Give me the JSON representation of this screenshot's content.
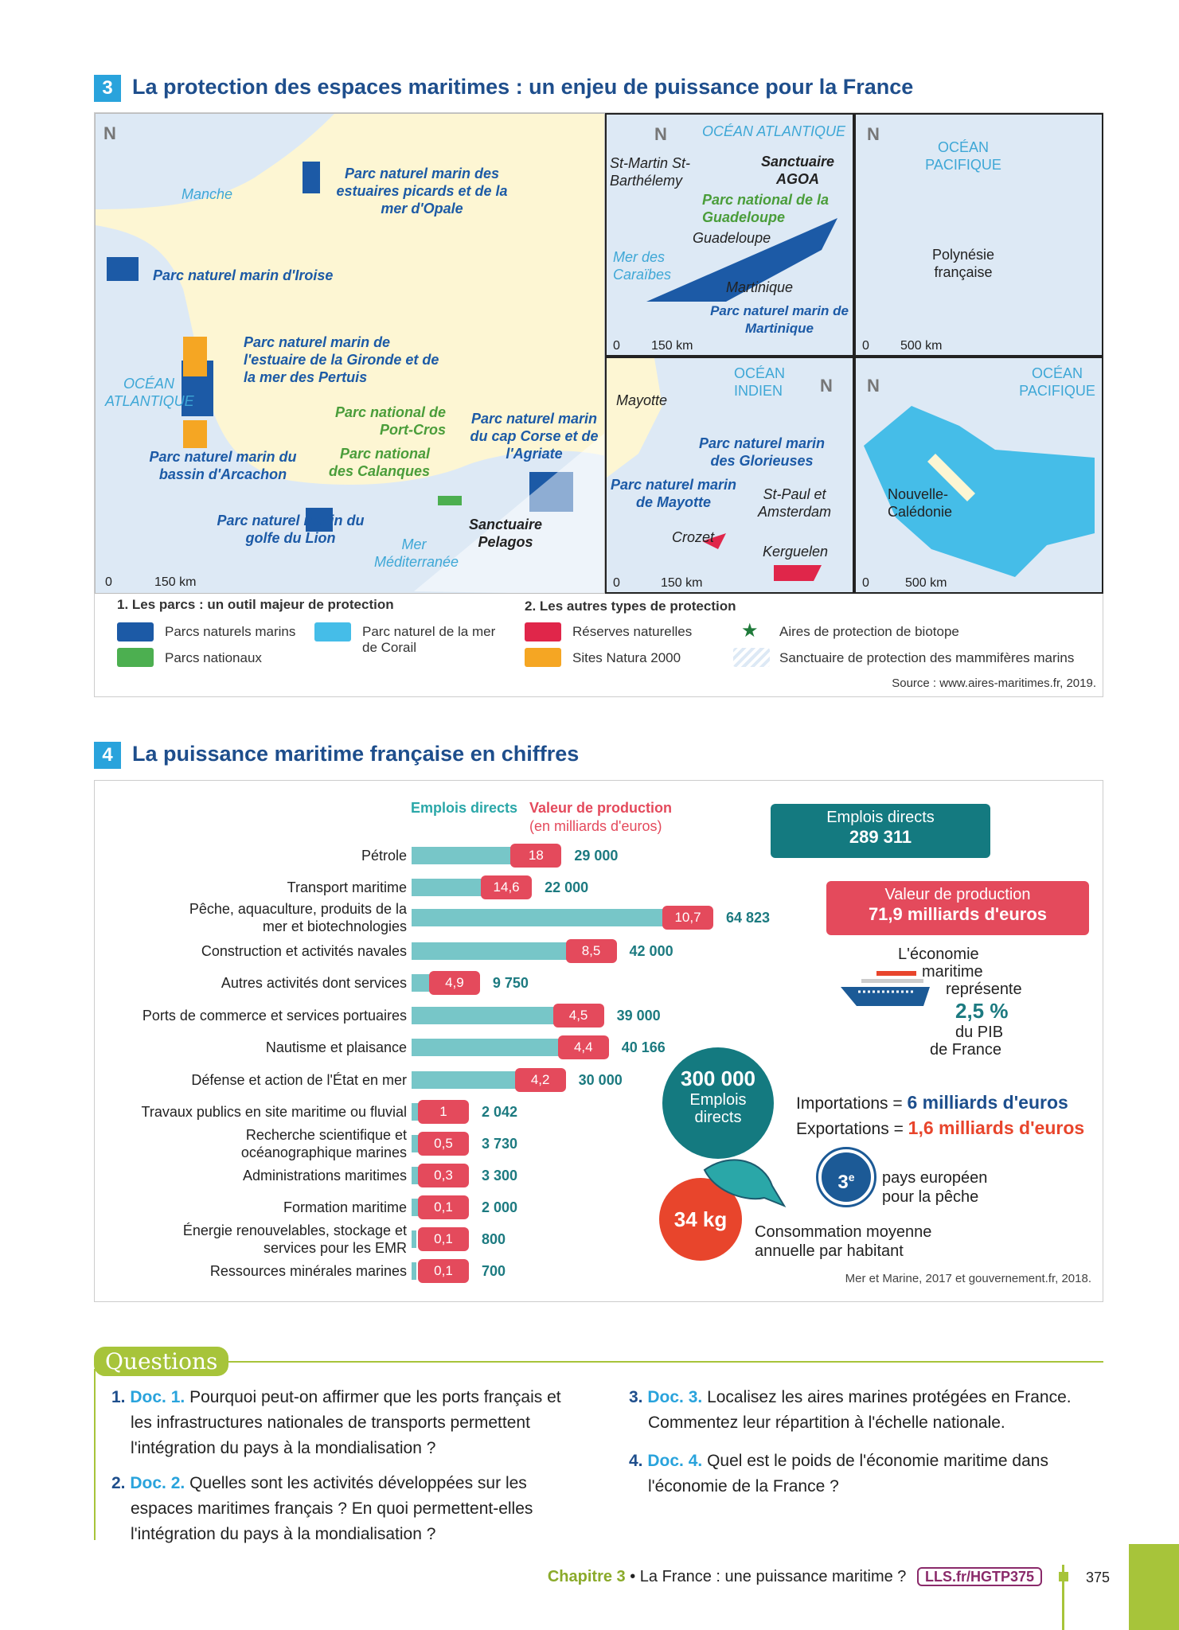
{
  "doc3": {
    "number": "3",
    "title": "La protection des espaces maritimes : un enjeu de puissance pour la France",
    "north": "N",
    "metro": {
      "labels": {
        "manche": "Manche",
        "ocean": "OCÉAN ATLANTIQUE",
        "mer": "Mer Méditerranée",
        "estuaires": "Parc naturel marin des estuaires picards et de la mer d'Opale",
        "iroise": "Parc naturel marin d'Iroise",
        "gironde": "Parc naturel marin de l'estuaire de la Gironde et de la mer des Pertuis",
        "arcachon": "Parc naturel marin du bassin d'Arcachon",
        "portcros": "Parc national de Port-Cros",
        "calanques": "Parc national des Calanques",
        "corse": "Parc naturel marin du cap Corse et de l'Agriate",
        "lion": "Parc naturel marin du golfe du Lion",
        "pelagos": "Sanctuaire Pelagos"
      },
      "scale": [
        "0",
        "150 km"
      ]
    },
    "antilles": {
      "ocean": "OCÉAN ATLANTIQUE",
      "stmartin": "St-Martin St-Barthélemy",
      "agoa": "Sanctuaire AGOA",
      "pn_guad": "Parc national de la Guadeloupe",
      "guadeloupe": "Guadeloupe",
      "caraibes": "Mer des Caraïbes",
      "martinique": "Martinique",
      "pnm_mart": "Parc naturel marin de Martinique",
      "scale": [
        "0",
        "150 km"
      ]
    },
    "polynesie": {
      "ocean": "OCÉAN PACIFIQUE",
      "name": "Polynésie française",
      "scale": [
        "0",
        "500 km"
      ]
    },
    "indien": {
      "ocean": "OCÉAN INDIEN",
      "mayotte": "Mayotte",
      "glorieuses": "Parc naturel marin des Glorieuses",
      "pnm_mayotte": "Parc naturel marin de Mayotte",
      "stpaul": "St-Paul et Amsterdam",
      "crozet": "Crozet",
      "kerguelen": "Kerguelen",
      "scale": [
        "0",
        "150 km"
      ]
    },
    "caledonie": {
      "ocean": "OCÉAN PACIFIQUE",
      "name": "Nouvelle-Calédonie",
      "scale": [
        "0",
        "500 km"
      ]
    },
    "legend": {
      "h1": "1. Les parcs : un outil majeur de protection",
      "h2": "2. Les autres types de protection",
      "items": [
        "Parcs naturels marins",
        "Parcs nationaux",
        "Parc naturel de la mer de Corail",
        "Réserves naturelles",
        "Sites Natura 2000",
        "Aires de protection de biotope",
        "Sanctuaire de protection des mammifères marins"
      ]
    },
    "source": "Source : www.aires-maritimes.fr, 2019.",
    "colors": {
      "pnm": "#1c5aa6",
      "pn": "#4caf50",
      "corail": "#45bde8",
      "reserve": "#e0264a",
      "natura": "#f5a623",
      "land": "#fdf6d3",
      "sea": "#dde9f5"
    }
  },
  "doc4": {
    "number": "4",
    "title": "La puissance maritime française en chiffres",
    "chart_data": {
      "type": "bar",
      "title": "La puissance maritime française en chiffres",
      "series": [
        {
          "name": "Emplois directs",
          "color": "#77c6c8"
        },
        {
          "name": "Valeur de production",
          "subtitle": "(en milliards d'euros)",
          "color": "#e44a5c"
        }
      ],
      "rows": [
        {
          "label": "Pétrole",
          "prod": "18",
          "emplois": "29 000",
          "e": 29000
        },
        {
          "label": "Transport maritime",
          "prod": "14,6",
          "emplois": "22 000",
          "e": 22000
        },
        {
          "label": "Pêche, aquaculture, produits de la mer et biotechnologies",
          "prod": "10,7",
          "emplois": "64 823",
          "e": 64823
        },
        {
          "label": "Construction et activités navales",
          "prod": "8,5",
          "emplois": "42 000",
          "e": 42000
        },
        {
          "label": "Autres activités dont services",
          "prod": "4,9",
          "emplois": "9 750",
          "e": 9750
        },
        {
          "label": "Ports de commerce et services portuaires",
          "prod": "4,5",
          "emplois": "39 000",
          "e": 39000
        },
        {
          "label": "Nautisme et plaisance",
          "prod": "4,4",
          "emplois": "40 166",
          "e": 40166
        },
        {
          "label": "Défense et action de l'État en mer",
          "prod": "4,2",
          "emplois": "30 000",
          "e": 30000
        },
        {
          "label": "Travaux publics en site maritime ou fluvial",
          "prod": "1",
          "emplois": "2 042",
          "e": 2042
        },
        {
          "label": "Recherche scientifique et océanographique marines",
          "prod": "0,5",
          "emplois": "3 730",
          "e": 3730
        },
        {
          "label": "Administrations maritimes",
          "prod": "0,3",
          "emplois": "3 300",
          "e": 3300
        },
        {
          "label": "Formation maritime",
          "prod": "0,1",
          "emplois": "2 000",
          "e": 2000
        },
        {
          "label": "Énergie renouvelables, stockage et services pour les EMR",
          "prod": "0,1",
          "emplois": "800",
          "e": 800
        },
        {
          "label": "Ressources minérales marines",
          "prod": "0,1",
          "emplois": "700",
          "e": 700
        }
      ]
    },
    "total_emplois": {
      "label": "Emplois directs",
      "value": "289 311"
    },
    "total_prod": {
      "label": "Valeur de production",
      "value": "71,9 milliards d'euros"
    },
    "pib": {
      "t1": "L'économie",
      "t2": "maritime",
      "t3": "représente",
      "value": "2,5 %",
      "t4": "du PIB",
      "t5": "de France"
    },
    "circle": {
      "value": "300 000",
      "l1": "Emplois",
      "l2": "directs"
    },
    "imports": {
      "label": "Importations = ",
      "value": "6 milliards d'euros"
    },
    "exports": {
      "label": "Exportations = ",
      "value": "1,6 milliards d'euros"
    },
    "rank": {
      "value": "3",
      "sup": "e",
      "t1": "pays européen",
      "t2": "pour la pêche"
    },
    "conso": {
      "value": "34 kg",
      "t1": "Consommation moyenne",
      "t2": "annuelle par habitant"
    },
    "source": "Mer et Marine, 2017 et gouvernement.fr, 2018."
  },
  "questions": {
    "title": "Questions",
    "items": [
      {
        "n": "1.",
        "doc": "Doc. 1.",
        "text": "Pourquoi peut-on affirmer que les ports français et les infrastructures nationales de transports permettent l'intégration du pays à la mondialisation ?"
      },
      {
        "n": "2.",
        "doc": "Doc. 2.",
        "text": "Quelles sont les activités développées sur les espaces maritimes français ? En quoi permettent-elles l'intégration du pays à la mondialisation ?"
      },
      {
        "n": "3.",
        "doc": "Doc. 3.",
        "text": "Localisez les aires marines protégées en France. Commentez leur répartition à l'échelle nationale."
      },
      {
        "n": "4.",
        "doc": "Doc. 4.",
        "text": "Quel est le poids de l'économie maritime dans l'économie de la France ?"
      }
    ]
  },
  "footer": {
    "chapter": "Chapitre 3",
    "sep": " • ",
    "title": "La France : une puissance maritime ?",
    "link": "LLS.fr/HGTP375",
    "page": "375"
  }
}
